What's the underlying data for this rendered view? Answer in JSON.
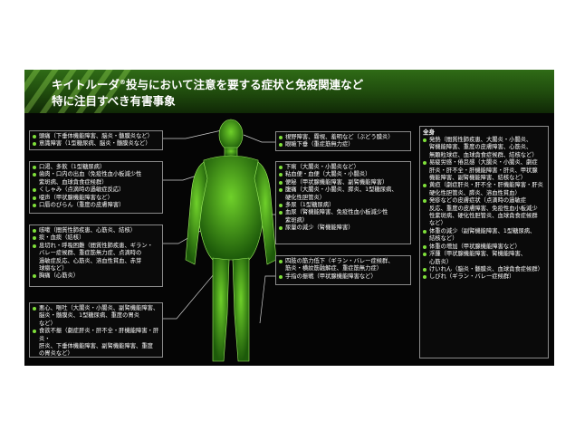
{
  "title": {
    "line1_a": "キイトルーダ",
    "line1_sup": "®",
    "line1_b": "投与において注意を要する症状と免疫関連など",
    "line2": "特に注目すべき有害事象"
  },
  "colors": {
    "accent": "#7fe03a",
    "header": "#2f6b16",
    "background": "#050505"
  },
  "boxes": {
    "head": [
      "頭痛（下垂体機能障害、脳炎・髄膜炎など）",
      "意識障害（1型糖尿病、脳炎・髄膜炎など）"
    ],
    "mouth": [
      "口渇、多飲（1型糖尿病）",
      "歯肉・口内の出血（免疫性血小板減少性\n紫斑病、血球貪食症候群）",
      "くしゃみ（点滴時の過敏症反応）",
      "嗄声（甲状腺機能障害など）",
      "口唇のびらん（重度の皮膚障害）"
    ],
    "chest": [
      "咳嗽（間質性肺疾患、心筋炎、結核）",
      "痰・血痰（結核）",
      "息切れ・呼吸困難（間質性肺疾患、ギラン・\nバレー症候群、重症筋無力症、点滴時の\n過敏症反応、心筋炎、溶血性貧血、赤芽\n球癆など）",
      "胸痛（心筋炎）"
    ],
    "abdomen": [
      "悪心、嘔吐（大腸炎・小腸炎、副腎機能障害、\n脳炎・髄膜炎、1型糖尿病、重度の胃炎\nなど）",
      "食欲不振（劇症肝炎・肝不全・肝機能障害・肝炎・\n肝炎、下垂体機能障害、副腎機能障害、重度\nの胃炎など）"
    ],
    "eyes": [
      "視野障害、霧視、羞明など（ぶどう膜炎）",
      "眼瞼下垂（重症筋無力症）"
    ],
    "bowel": [
      "下痢（大腸炎・小腸炎など）",
      "粘血便・血便（大腸炎・小腸炎）",
      "便秘（甲状腺機能障害、副腎機能障害）",
      "腹痛（大腸炎・小腸炎、膵炎、1型糖尿病、\n硬化性胆管炎）",
      "多尿（1型糖尿病）",
      "血尿（腎機能障害、免疫性血小板減少性\n紫斑病）",
      "尿量の減少（腎機能障害）"
    ],
    "limbs": [
      "四肢の筋力低下（ギラン・バレー症候群、\n筋炎・横紋筋融解症、重症筋無力症）",
      "手指の振戦（甲状腺機能障害など）"
    ],
    "whole_title": "全身",
    "whole": [
      "発熱（間質性肺疾患、大腸炎・小腸炎、\n腎機能障害、重度の皮膚障害、心筋炎、\n無顆粒球症、血球貪食症候群、結核など）",
      "易疲労感・倦怠感（大腸炎・小腸炎、劇症\n肝炎・肝不全・肝機能障害・肝炎、甲状腺\n機能障害、副腎機能障害、結核など）",
      "黄疸（劇症肝炎・肝不全・肝機能障害・肝炎\n硬化性胆管炎、膵炎、溶血性貧血）",
      "発疹などの皮膚症状（点滴時の過敏症\n反応、重度の皮膚障害、免疫性血小板減少\n性紫斑病、硬化性胆管炎、血球貪食症候群\nなど）",
      "体重の減少（副腎機能障害、1型糖尿病、\n結核など）",
      "体重の増加（甲状腺機能障害など）",
      "浮腫（甲状腺機能障害、腎機能障害、\n心筋炎）",
      "けいれん（脳炎・髄膜炎、血球貪食症候群）",
      "しびれ（ギラン・バレー症候群）"
    ]
  }
}
